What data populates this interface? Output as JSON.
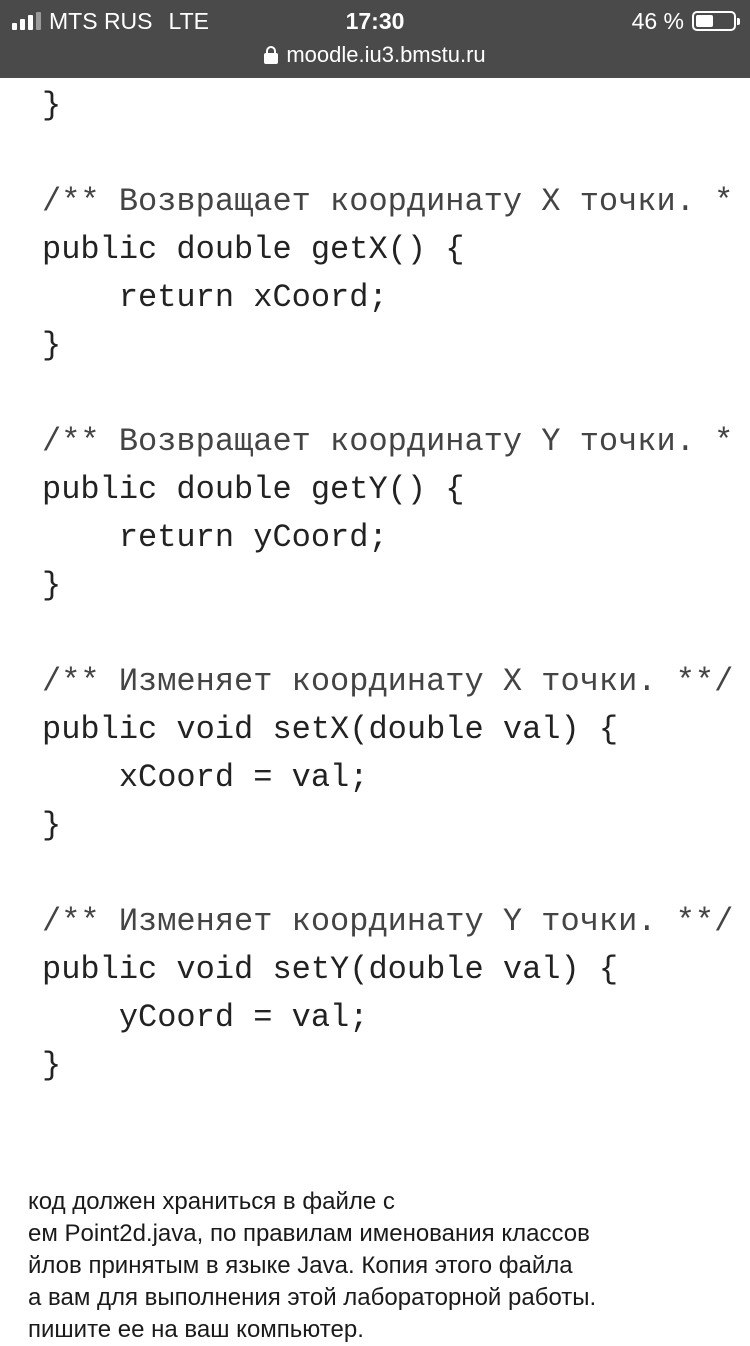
{
  "status_bar": {
    "carrier": "MTS RUS",
    "network": "LTE",
    "time": "17:30",
    "battery_percent": "46 %",
    "battery_level": 0.46,
    "signal_bars": 4,
    "signal_bars_active": 3
  },
  "url_bar": {
    "url": "moodle.iu3.bmstu.ru",
    "lock_icon": "lock-icon"
  },
  "code_lines": [
    "}",
    "",
    "/** Возвращает координату X точки. *",
    "public double getX() {",
    "    return xCoord;",
    "}",
    "",
    "/** Возвращает координату Y точки. *",
    "public double getY() {",
    "    return yCoord;",
    "}",
    "",
    "/** Изменяет координату X точки. **/",
    "public void setX(double val) {",
    "    xCoord = val;",
    "}",
    "",
    "/** Изменяет координату Y точки. **/",
    "public void setY(double val) {",
    "    yCoord = val;",
    "}"
  ],
  "prose_lines": [
    "код должен храниться в файле с",
    "ем Point2d.java, по правилам именования классов",
    "йлов принятым в языке Java. Копия этого файла",
    "а вам для выполнения этой лабораторной работы.",
    "пишите ее на ваш компьютер."
  ],
  "colors": {
    "status_bar_bg": "#4a4a4a",
    "text": "#222222"
  }
}
